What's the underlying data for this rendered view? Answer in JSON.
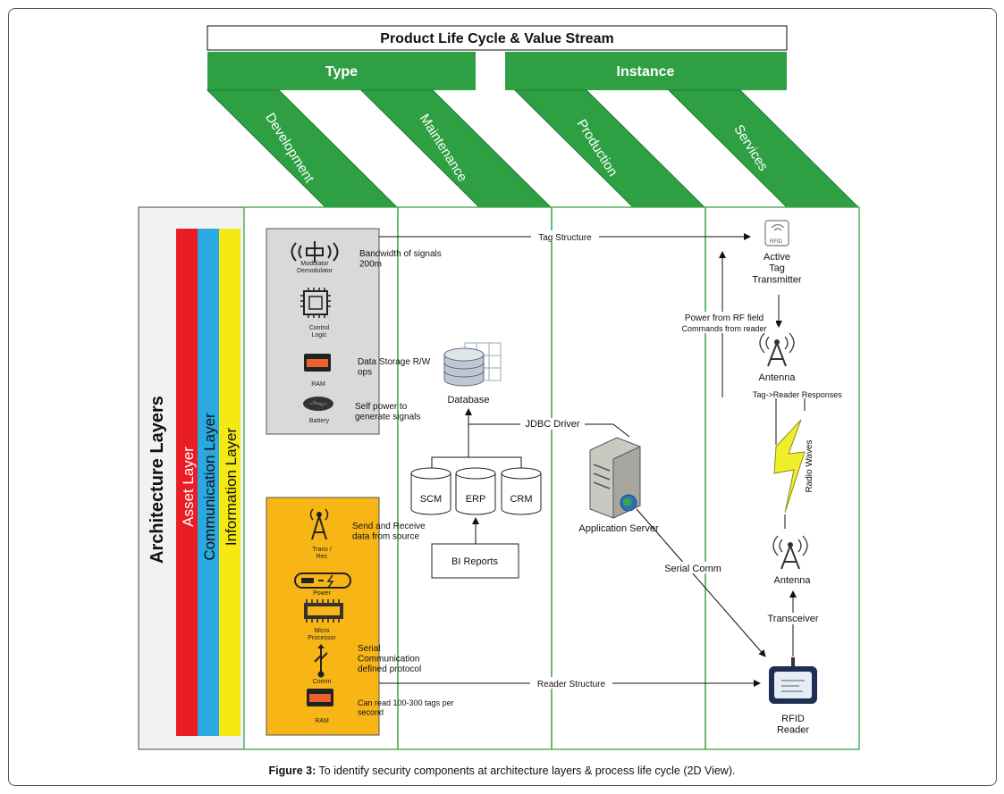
{
  "header": {
    "title": "Product Life Cycle & Value Stream",
    "type_label": "Type",
    "instance_label": "Instance",
    "phases": [
      "Development",
      "Maintenance",
      "Production",
      "Services"
    ]
  },
  "layers": {
    "architecture": "Architecture  Layers",
    "asset": "Asset Layer",
    "communication": "Communication Layer",
    "information": "Information Layer"
  },
  "tag_components": {
    "modulator": "Modulator\nDemodulator",
    "control_logic": "Control\nLogic",
    "ram": "RAM",
    "battery": "Battery"
  },
  "tag_notes": {
    "bandwidth": "Bandwidth of signals\n200m",
    "storage": "Data Storage R/W\nops",
    "power": "Self power to\ngenerate signals"
  },
  "reader_components": {
    "trans_rec": "Trans /\nRec",
    "power": "Power",
    "micro": "Micro\nProcessor",
    "comm": "Comm",
    "ram": "RAM"
  },
  "reader_notes": {
    "send_receive": "Send and Receive\ndata from source",
    "serial": "Serial\nCommunication\ndefined protocol",
    "read_rate": "Can read 100-300 tags per\nsecond"
  },
  "middle": {
    "database": "Database",
    "scm": "SCM",
    "erp": "ERP",
    "crm": "CRM",
    "bi_reports": "BI Reports",
    "jdbc": "JDBC Driver",
    "app_server": "Application Server",
    "serial_comm": "Serial Comm",
    "tag_structure": "Tag Structure",
    "reader_structure": "Reader Structure"
  },
  "services": {
    "rfid_badge": "RFID",
    "active_tag": "Active\nTag\nTransmitter",
    "power_rf": "Power from RF field",
    "commands": "Commands from reader",
    "antenna_top": "Antenna",
    "responses": "Tag->Reader Responses",
    "radio_waves": "Radio Waves",
    "antenna_bottom": "Antenna",
    "transceiver": "Transceiver",
    "rfid_reader": "RFID\nReader"
  },
  "caption": {
    "label": "Figure 3:",
    "text": " To identify security components at architecture layers & process life cycle (2D View)."
  },
  "colors": {
    "green": "#2ea043",
    "green_border": "#1f7a30",
    "asset": "#ea1c24",
    "communication": "#2aa8e0",
    "information": "#f5e914",
    "tag_box": "#d9d9d9",
    "reader_box": "#f7b516",
    "column_border": "#3aa545"
  }
}
